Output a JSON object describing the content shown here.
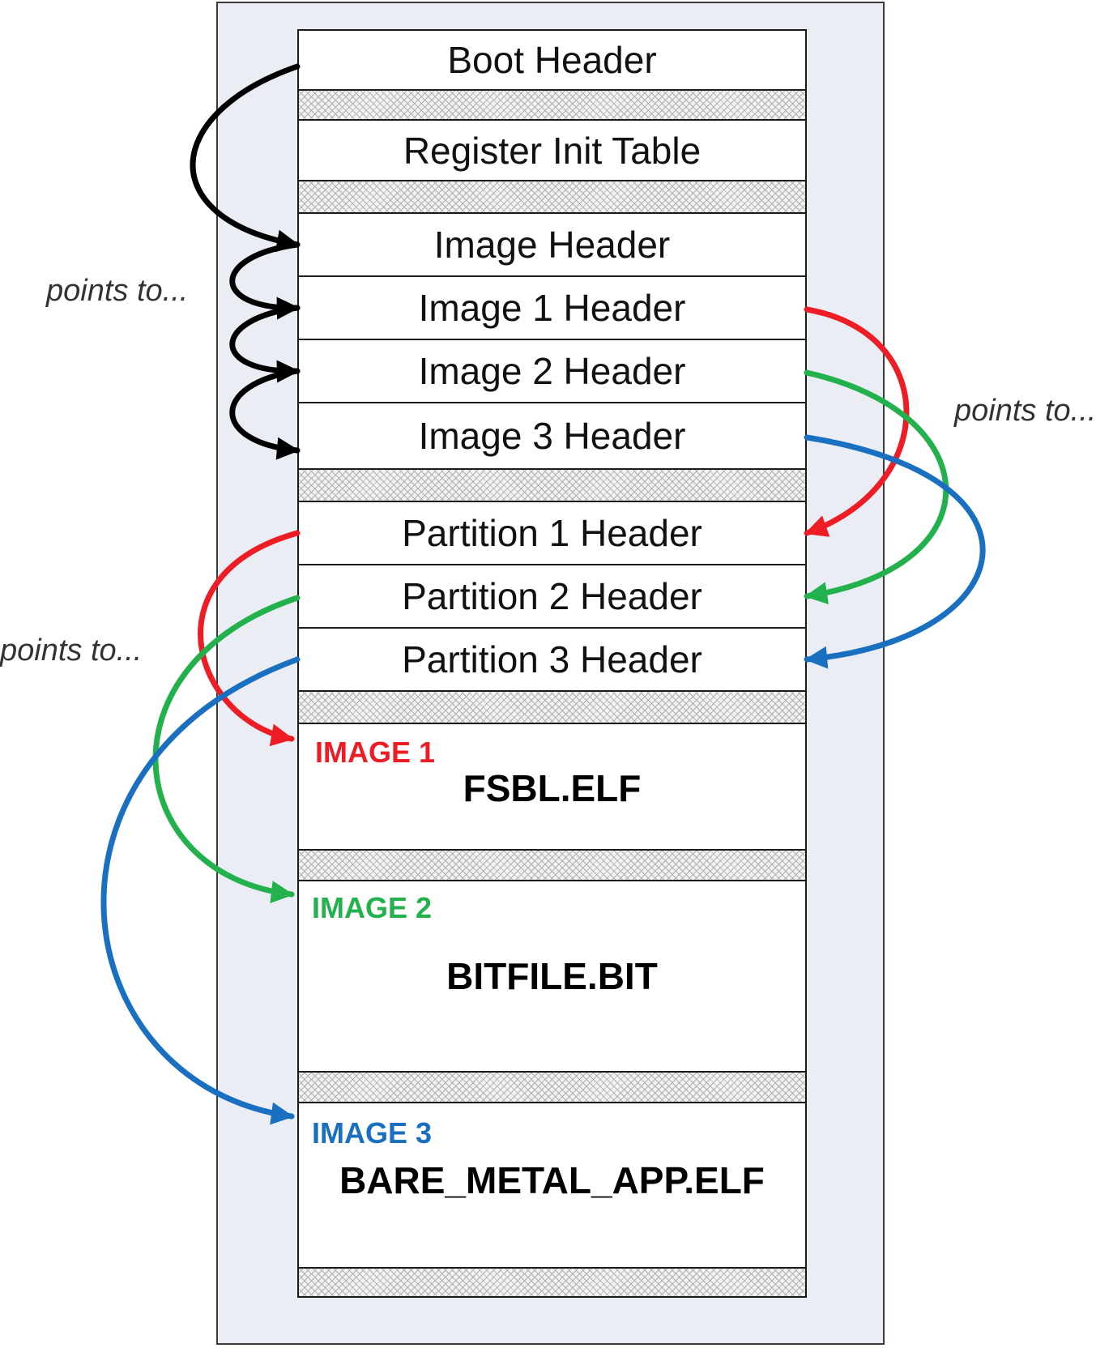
{
  "headers": {
    "boot": "Boot Header",
    "register_init": "Register Init Table",
    "image": "Image Header",
    "image1": "Image 1 Header",
    "image2": "Image 2 Header",
    "image3": "Image 3 Header",
    "partition1": "Partition 1 Header",
    "partition2": "Partition 2 Header",
    "partition3": "Partition 3 Header"
  },
  "images": [
    {
      "tag": "IMAGE 1",
      "file": "FSBL.ELF",
      "color": "#ee1c24"
    },
    {
      "tag": "IMAGE 2",
      "file": "BITFILE.BIT",
      "color": "#22b14c"
    },
    {
      "tag": "IMAGE 3",
      "file": "BARE_METAL_APP.ELF",
      "color": "#1a70c0"
    }
  ],
  "notes": {
    "left_top": "points to...",
    "right": "points to...",
    "left_bottom": "points to..."
  },
  "colors": {
    "chain": "#000000",
    "red": "#ee1c24",
    "green": "#22b14c",
    "blue": "#1a70c0"
  }
}
